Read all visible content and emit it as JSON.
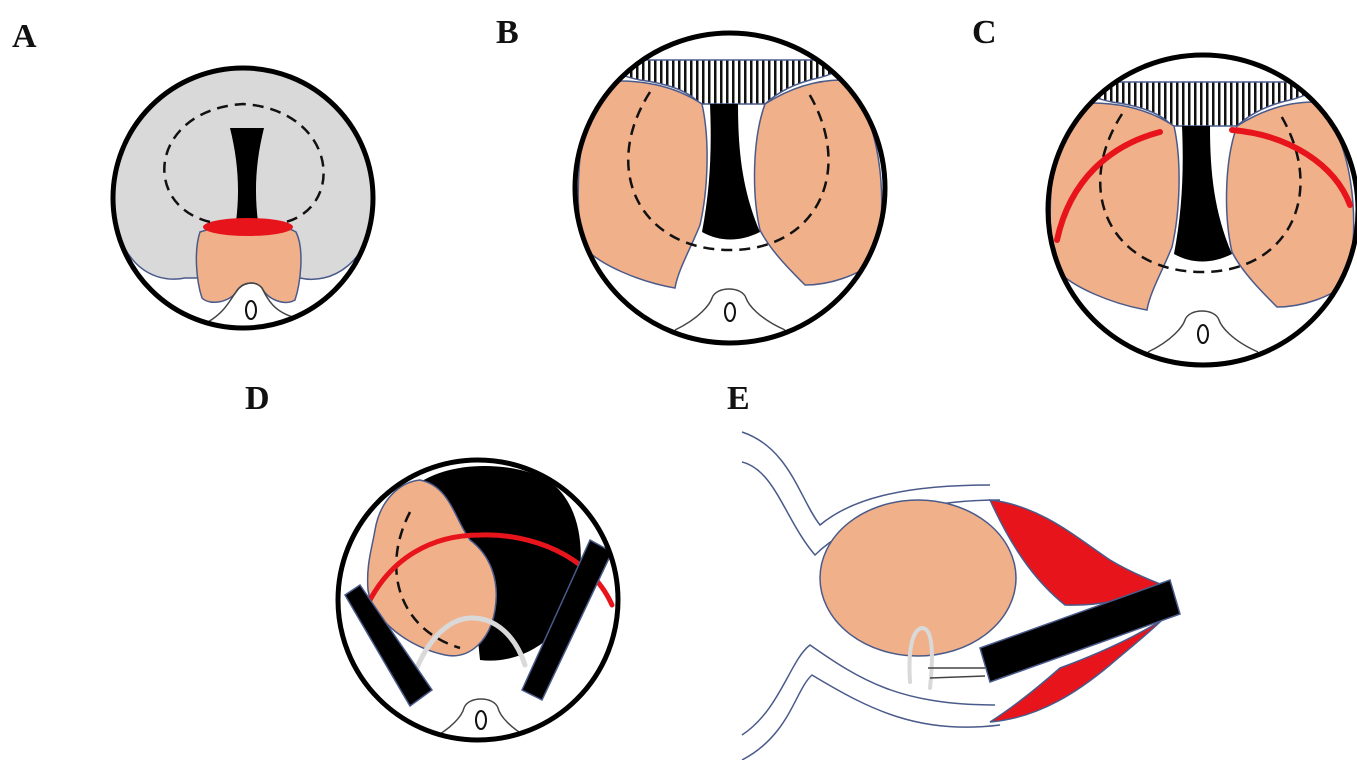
{
  "panels": [
    {
      "id": "A",
      "label": "A"
    },
    {
      "id": "B",
      "label": "B"
    },
    {
      "id": "C",
      "label": "C"
    },
    {
      "id": "D",
      "label": "D"
    },
    {
      "id": "E",
      "label": "E"
    }
  ],
  "colors": {
    "tissue": "#f0b08a",
    "outline": "#4a5a8a",
    "grey_fill": "#d9d9d9",
    "incision": "#e8141c",
    "lumen": "#000000",
    "suture": "#d9d9d9"
  }
}
